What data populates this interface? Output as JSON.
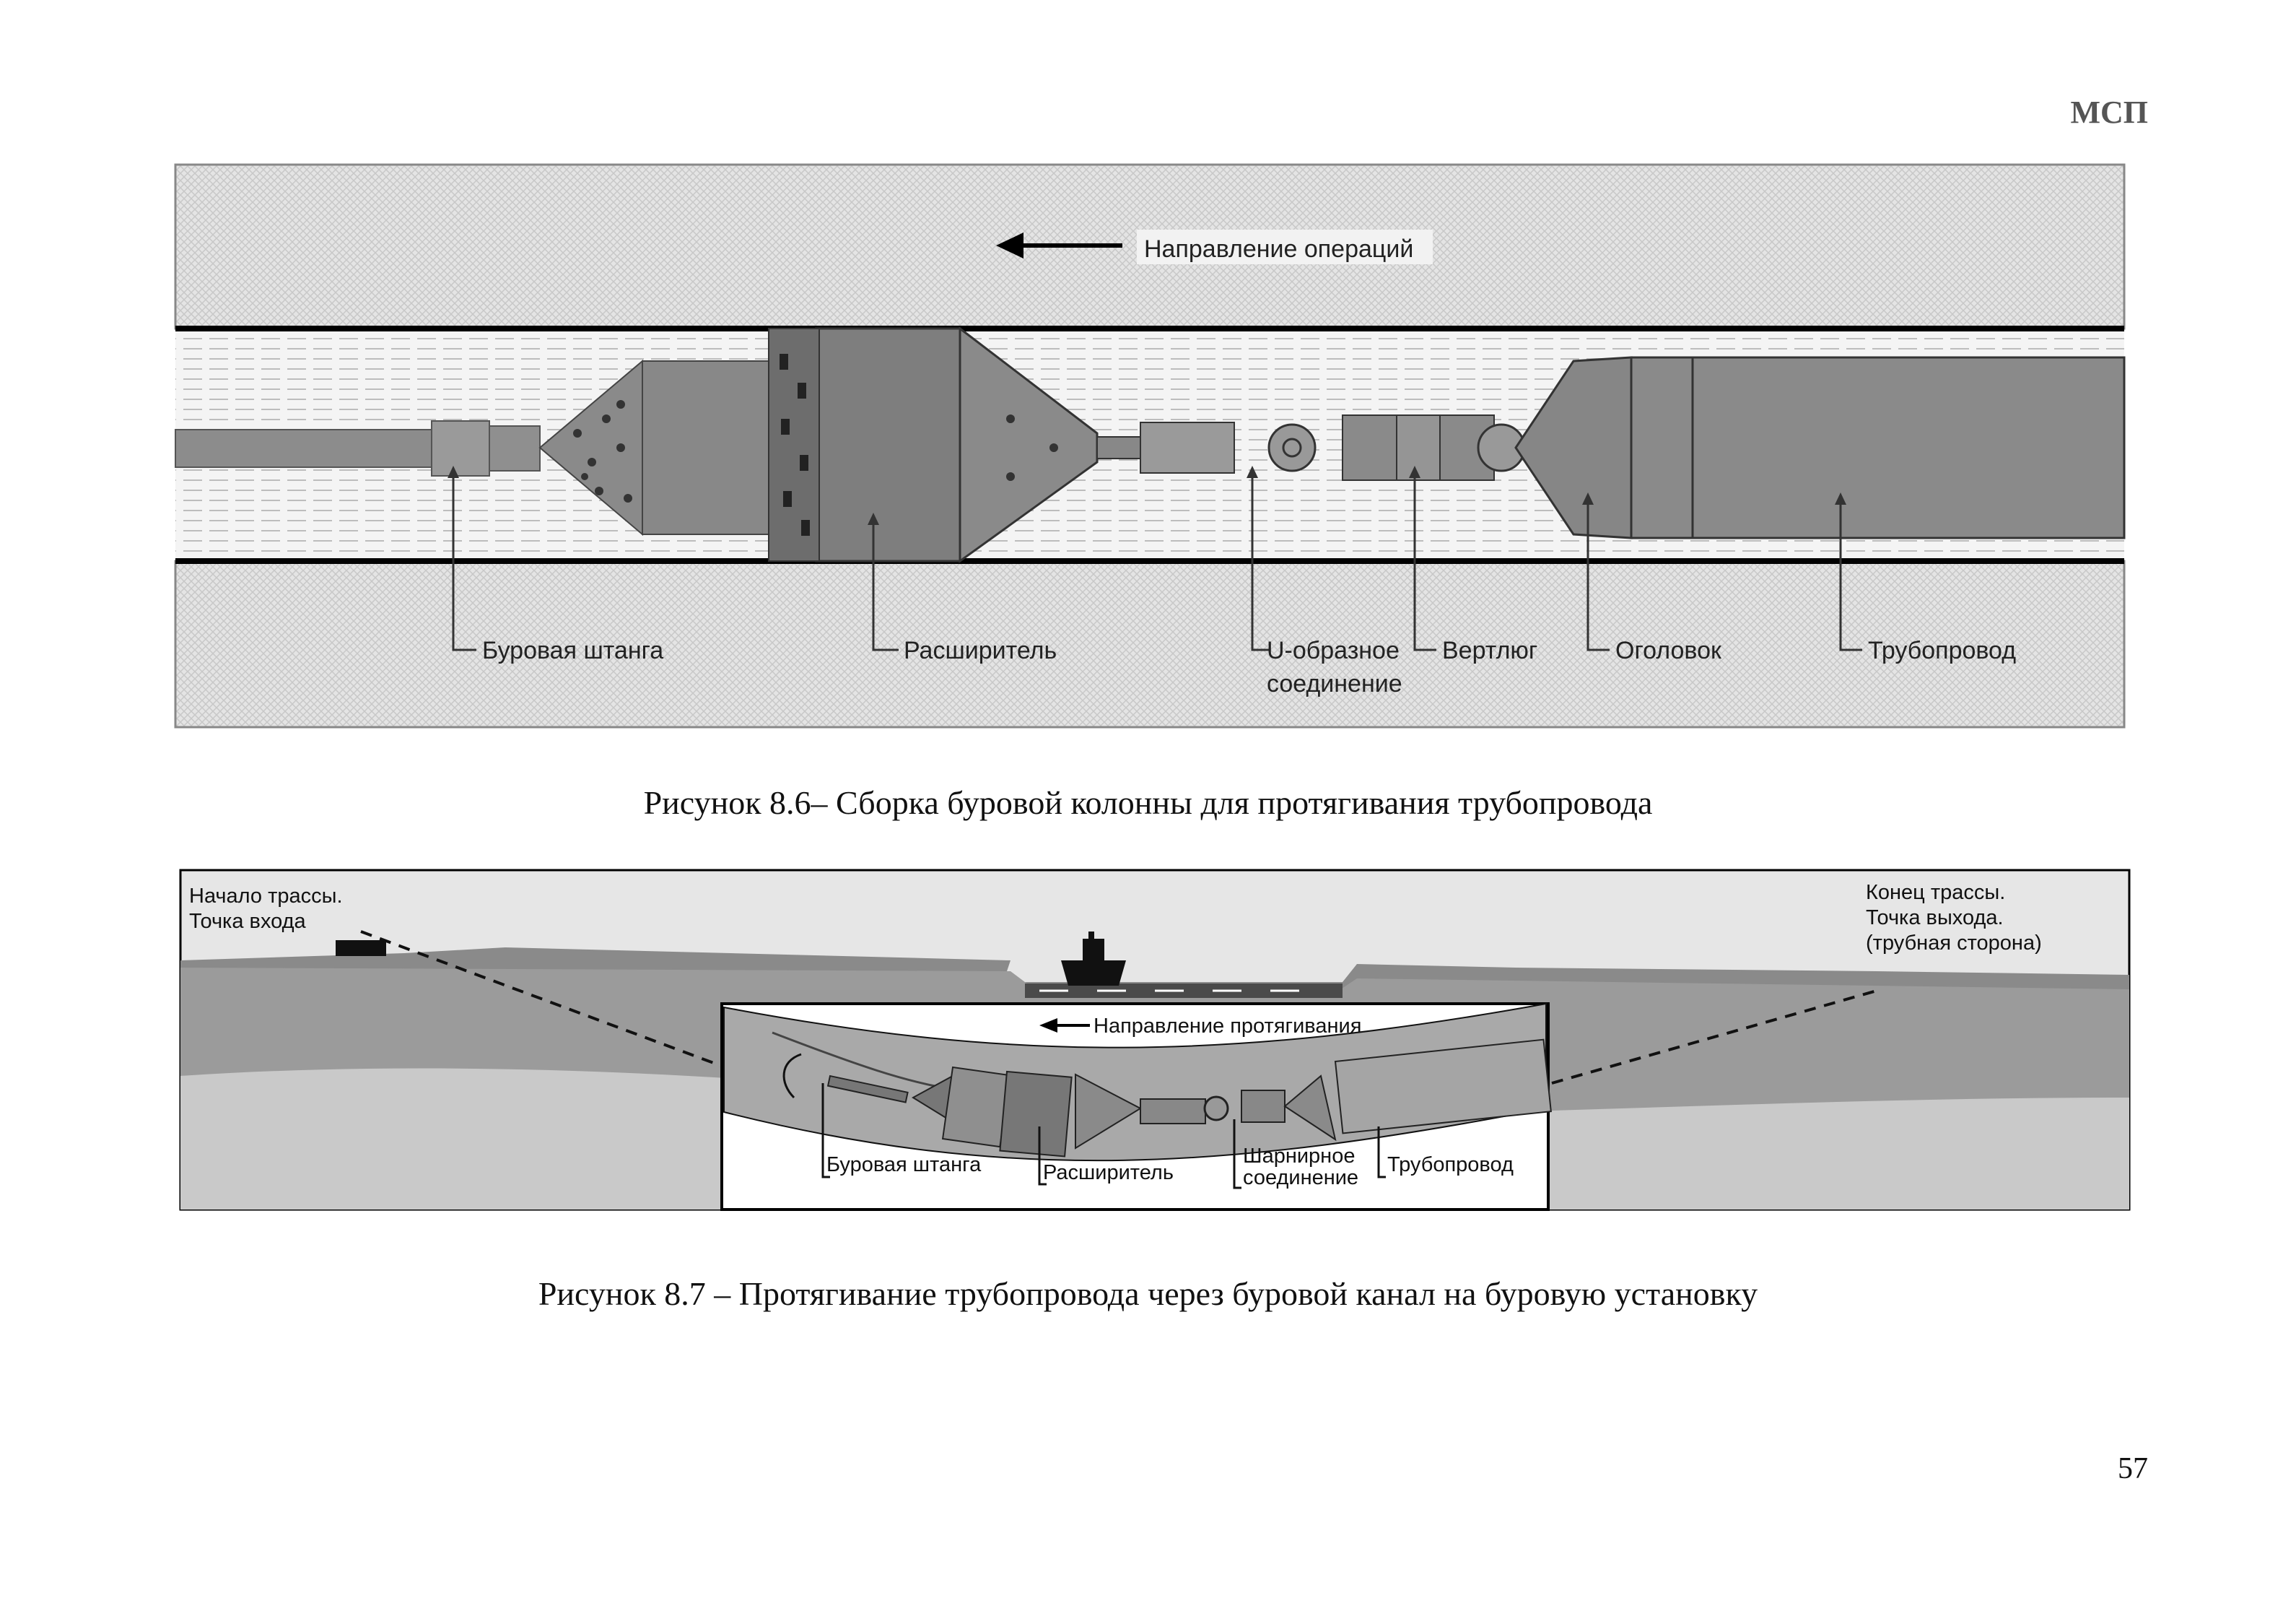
{
  "header": {
    "text": "МСП"
  },
  "figure1": {
    "direction_label": "Направление операций",
    "labels": [
      "Буровая штанга",
      "Расширитель",
      "U-образное",
      "соединение",
      "Вертлюг",
      "Оголовок",
      "Трубопровод"
    ],
    "caption": "Рисунок 8.6– Сборка буровой колонны для протягивания трубопровода"
  },
  "figure2": {
    "start_label": [
      "Начало трассы.",
      "Точка входа"
    ],
    "end_label": [
      "Конец трассы.",
      "Точка выхода.",
      "(трубная сторона)"
    ],
    "direction_label": "Направление протягивания",
    "labels": [
      "Буровая штанга",
      "Расширитель",
      "Шарнирное",
      "соединение",
      "Трубопровод"
    ],
    "caption": "Рисунок 8.7 – Протягивание трубопровода через буровой канал на буровую установку"
  },
  "page_number": "57"
}
